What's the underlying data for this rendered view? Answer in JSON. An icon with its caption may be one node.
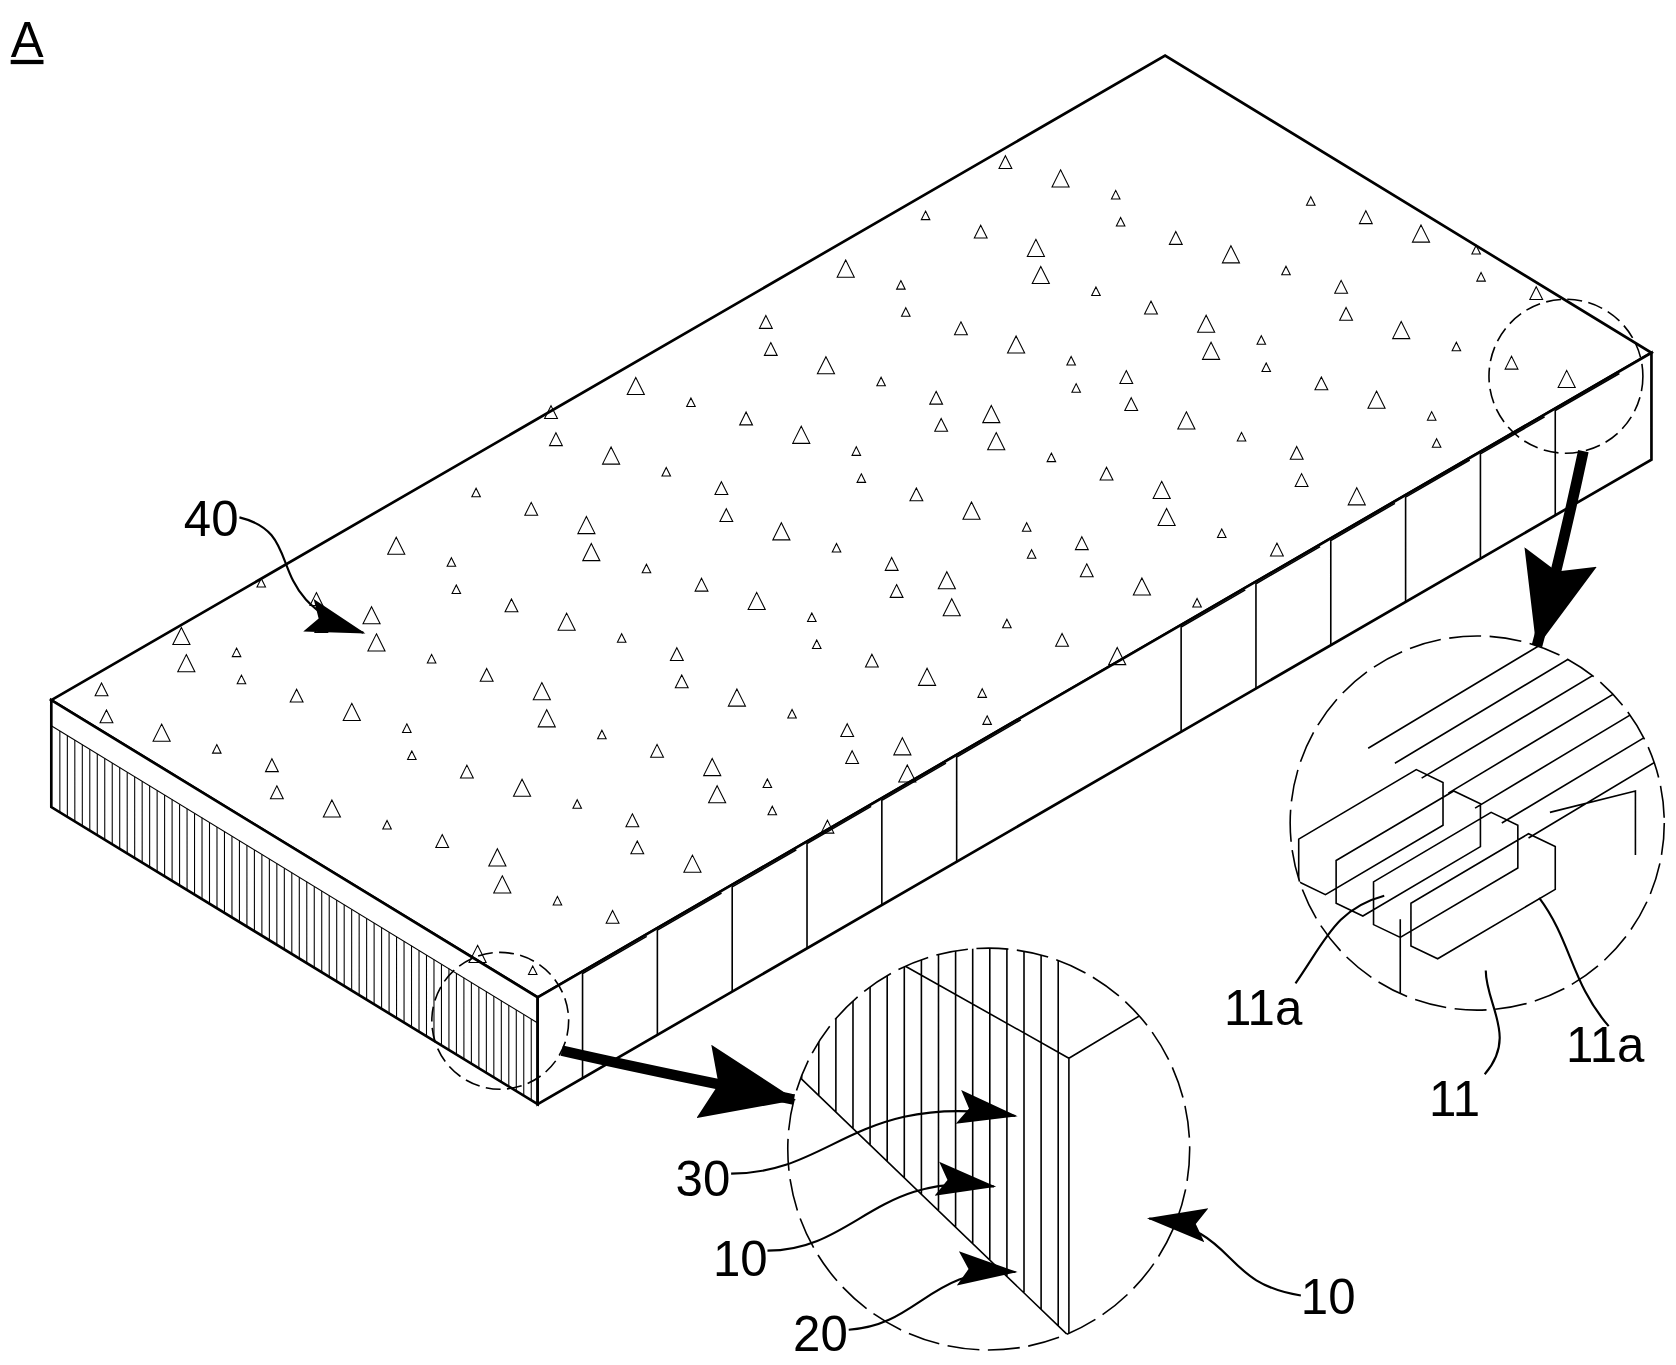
{
  "diagram": {
    "title": "A",
    "nodes": [
      {
        "text": [],
        "shape": "picture"
      },
      {
        "text": [],
        "shape": "circle"
      },
      {
        "text": [],
        "shape": "circle",
        "in": 0
      },
      {
        "text": [],
        "shape": "circle"
      },
      {
        "text": [],
        "shape": "circle"
      },
      {
        "text": [
          "40"
        ]
      },
      {
        "text": [
          "30"
        ]
      },
      {
        "text": [
          "10"
        ]
      },
      {
        "text": [
          "20"
        ]
      },
      {
        "text": [
          "10"
        ]
      },
      {
        "text": [
          "11a"
        ]
      },
      {
        "text": [
          "11a"
        ]
      },
      {
        "text": [
          "11"
        ]
      }
    ],
    "edges": [
      {
        "from": 5,
        "to": 0,
        "arrow": "to"
      },
      {
        "from": 2,
        "to": 4,
        "arrow": "to",
        "style": "thick"
      },
      {
        "from": 1,
        "to": 3,
        "arrow": "to",
        "style": "thick"
      },
      {
        "from": 6,
        "to": 3,
        "arrow": "to"
      },
      {
        "from": 7,
        "to": 3,
        "arrow": "to"
      },
      {
        "from": 8,
        "to": 3,
        "arrow": "to"
      },
      {
        "from": 9,
        "to": 3,
        "arrow": "to"
      },
      {
        "from": 10,
        "to": 4,
        "arrow": "none"
      },
      {
        "from": 11,
        "to": 4,
        "arrow": "none"
      },
      {
        "from": 12,
        "to": 4,
        "arrow": "none"
      }
    ]
  }
}
